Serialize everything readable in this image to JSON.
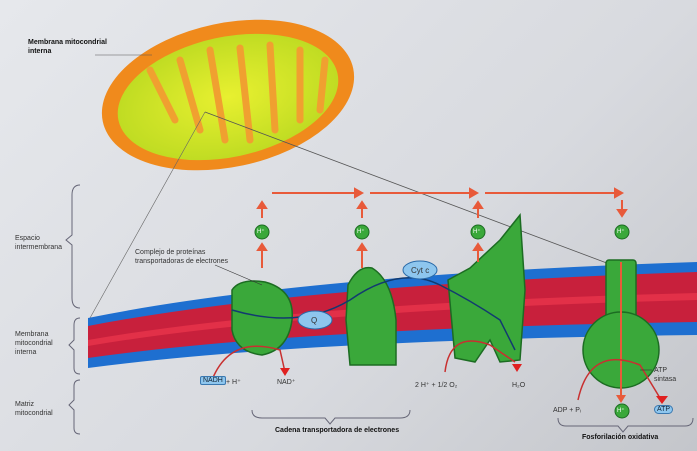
{
  "labels": {
    "title_membrane": "Membrana mitocondrial interna",
    "intermembrane_space": "Espacio intermembrana",
    "protein_complex": "Complejo de proteínas transportadoras de electrones",
    "inner_membrane": "Membrana mitocondrial interna",
    "matrix": "Matriz mitocondrial",
    "nadh": "NADH",
    "nadh_suffix": "+ H⁺",
    "nad": "NAD⁺",
    "oxygen": "2 H⁺ + 1/2 O₂",
    "water": "H₂O",
    "atp_synthase": "ATP sintasa",
    "adp": "ADP + Pᵢ",
    "atp": "ATP",
    "cyt_c": "Cyt c",
    "q": "Q",
    "h_plus": "H⁺",
    "etc": "Cadena transportadora de electrones",
    "oxphos": "Fosforilación oxidativa"
  },
  "colors": {
    "protein": "#3aa83a",
    "arrow": "#e85a3a",
    "membrane_head": "#1e6fd0",
    "membrane_tail": "#c8203c",
    "mito_outer": "#f28a1e",
    "mito_inner": "#c8e020"
  }
}
